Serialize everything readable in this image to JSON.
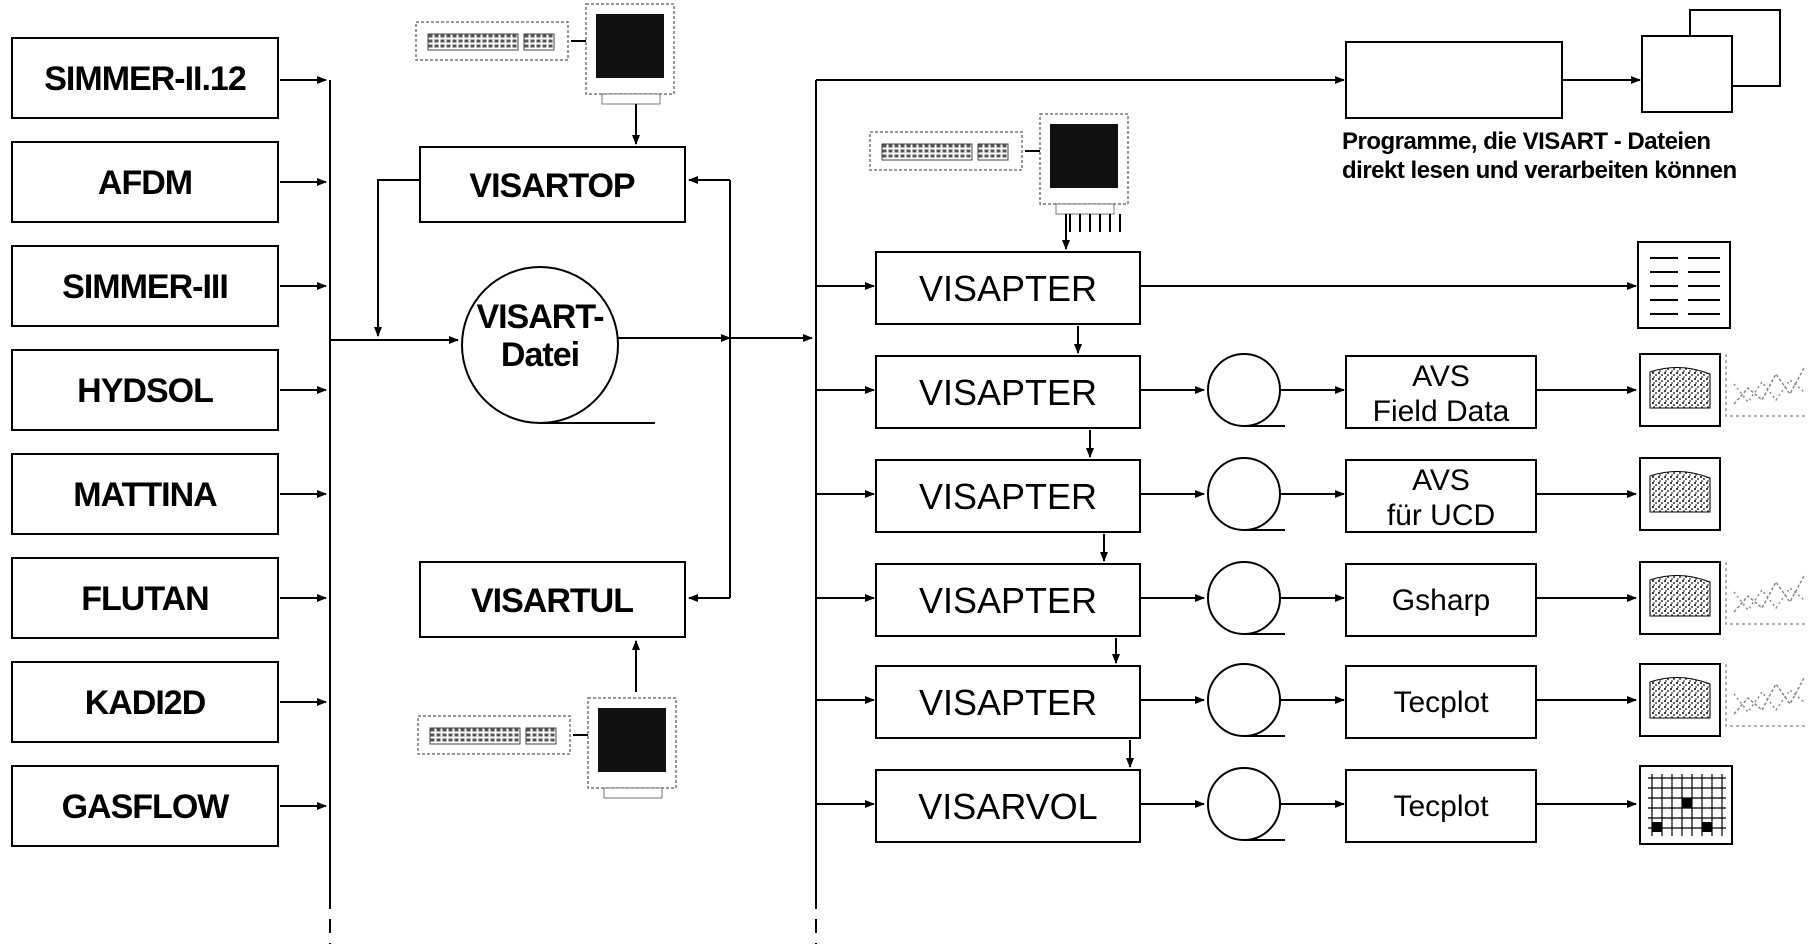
{
  "codes": [
    "SIMMER-II.12",
    "AFDM",
    "SIMMER-III",
    "HYDSOL",
    "MATTINA",
    "FLUTAN",
    "KADI2D",
    "GASFLOW"
  ],
  "visartop": "VISARTOP",
  "visartul": "VISARTUL",
  "datei": {
    "line1": "VISART-",
    "line2": "Datei"
  },
  "converters": [
    "VISAPTER",
    "VISAPTER",
    "VISAPTER",
    "VISAPTER",
    "VISAPTER",
    "VISARVOL"
  ],
  "outputs": [
    {
      "line1": "AVS",
      "line2": "Field Data"
    },
    {
      "line1": "AVS",
      "line2": "für UCD"
    },
    {
      "line1": "Gsharp",
      "line2": ""
    },
    {
      "line1": "Tecplot",
      "line2": ""
    },
    {
      "line1": "Tecplot",
      "line2": ""
    }
  ],
  "note": {
    "line1": "Programme, die VISART - Dateien",
    "line2": "direkt lesen und verarbeiten können"
  },
  "icons": {
    "workstation": "keyboard-and-monitor-icon",
    "tape": "magnetic-tape-icon",
    "printout": "printed-list-icon",
    "plot": "plot-output-icon",
    "grid": "grid-plot-icon"
  }
}
